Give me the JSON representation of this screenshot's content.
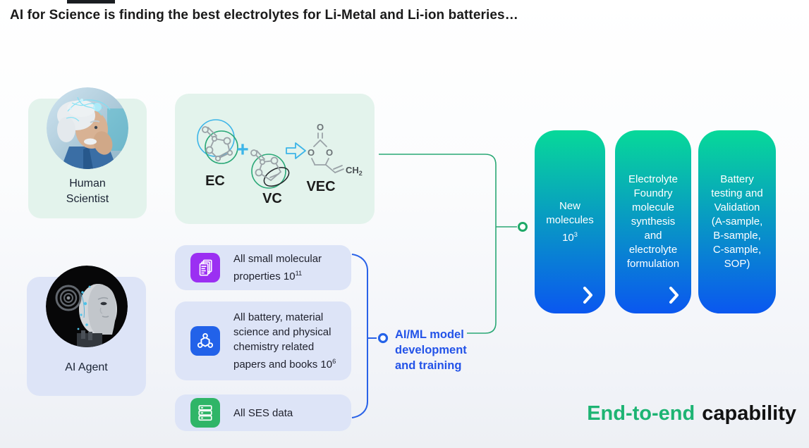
{
  "top_title": "AI for Science is finding the best electrolytes for Li-Metal and Li-ion batteries…",
  "actors": {
    "human": {
      "lines": [
        "Human",
        "Scientist"
      ]
    },
    "agent": {
      "label": "AI Agent"
    }
  },
  "reaction": {
    "ec_label": "EC",
    "vc_label": "VC",
    "vec_label": "VEC",
    "plus": "+",
    "atom_o": "O",
    "ch_base": "CH",
    "ch_sub": "2"
  },
  "data_sources": [
    {
      "icon": "documents-icon",
      "icon_color": "#9b2ff2",
      "text": "All small molecular properties 10",
      "exponent": "11"
    },
    {
      "icon": "molecule-icon",
      "icon_color": "#2262e9",
      "text": "All battery, material science and physical chemistry related papers and books 10",
      "exponent": "6"
    },
    {
      "icon": "server-icon",
      "icon_color": "#2fb567",
      "text": "All SES data",
      "exponent": ""
    }
  ],
  "ai_ml": {
    "lines": [
      "AI/ML model",
      "development",
      "and training"
    ]
  },
  "pipeline": [
    {
      "text": "New molecules 10",
      "exponent": "3",
      "has_chevron": true
    },
    {
      "text": "Electrolyte Foundry molecule synthesis and electrolyte formulation",
      "exponent": "",
      "has_chevron": true
    },
    {
      "text": "Battery testing and Validation (A-sample, B-sample, C-sample, SOP)",
      "exponent": "",
      "has_chevron": false
    }
  ],
  "footer": {
    "highlight": "End-to-end",
    "rest": "capability"
  },
  "colors": {
    "accent_green": "#1db473",
    "accent_blue": "#2353e8",
    "gradient_top": "#07d999",
    "gradient_bottom": "#0a57f0",
    "mint_card": "#e3f3ec",
    "lavender_card": "#dde4f7"
  }
}
